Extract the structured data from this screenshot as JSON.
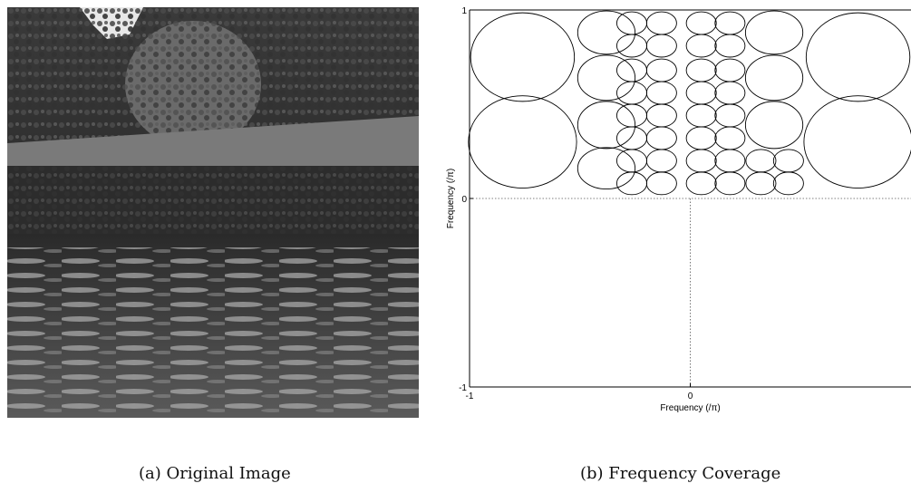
{
  "figure": {
    "captions": {
      "a": "(a) Original Image",
      "b": "(b) Frequency Coverage"
    }
  },
  "chart_data": {
    "type": "scatter",
    "xlabel": "Frequency (/π)",
    "ylabel": "Frequency (/π)",
    "xlim": [
      -1,
      1
    ],
    "ylim": [
      -1,
      1
    ],
    "xticks": [
      "-1",
      "0"
    ],
    "yticks": [
      "-1",
      "0",
      "1"
    ],
    "grid": "dotted zero lines",
    "circles_note_units": "frequency units (/π), center x, center y, radius x, radius y",
    "circles": [
      {
        "cx": -0.76,
        "cy": 0.75,
        "rx": 0.235,
        "ry": 0.235
      },
      {
        "cx": -0.76,
        "cy": 0.3,
        "rx": 0.245,
        "ry": 0.245
      },
      {
        "cx": 0.76,
        "cy": 0.75,
        "rx": 0.235,
        "ry": 0.235
      },
      {
        "cx": 0.76,
        "cy": 0.3,
        "rx": 0.245,
        "ry": 0.245
      },
      {
        "cx": -0.38,
        "cy": 0.88,
        "rx": 0.13,
        "ry": 0.115
      },
      {
        "cx": -0.38,
        "cy": 0.64,
        "rx": 0.13,
        "ry": 0.12
      },
      {
        "cx": -0.38,
        "cy": 0.39,
        "rx": 0.13,
        "ry": 0.125
      },
      {
        "cx": -0.38,
        "cy": 0.16,
        "rx": 0.13,
        "ry": 0.11
      },
      {
        "cx": 0.38,
        "cy": 0.88,
        "rx": 0.13,
        "ry": 0.115
      },
      {
        "cx": 0.38,
        "cy": 0.64,
        "rx": 0.13,
        "ry": 0.12
      },
      {
        "cx": 0.38,
        "cy": 0.39,
        "rx": 0.13,
        "ry": 0.125
      },
      {
        "cx": -0.265,
        "cy": 0.93,
        "rx": 0.068,
        "ry": 0.06
      },
      {
        "cx": -0.265,
        "cy": 0.81,
        "rx": 0.068,
        "ry": 0.06
      },
      {
        "cx": -0.265,
        "cy": 0.68,
        "rx": 0.068,
        "ry": 0.06
      },
      {
        "cx": -0.265,
        "cy": 0.56,
        "rx": 0.068,
        "ry": 0.06
      },
      {
        "cx": -0.265,
        "cy": 0.44,
        "rx": 0.068,
        "ry": 0.06
      },
      {
        "cx": -0.265,
        "cy": 0.32,
        "rx": 0.068,
        "ry": 0.06
      },
      {
        "cx": -0.265,
        "cy": 0.2,
        "rx": 0.068,
        "ry": 0.06
      },
      {
        "cx": -0.265,
        "cy": 0.08,
        "rx": 0.068,
        "ry": 0.06
      },
      {
        "cx": -0.13,
        "cy": 0.93,
        "rx": 0.068,
        "ry": 0.06
      },
      {
        "cx": -0.13,
        "cy": 0.81,
        "rx": 0.068,
        "ry": 0.06
      },
      {
        "cx": -0.13,
        "cy": 0.68,
        "rx": 0.068,
        "ry": 0.06
      },
      {
        "cx": -0.13,
        "cy": 0.56,
        "rx": 0.068,
        "ry": 0.06
      },
      {
        "cx": -0.13,
        "cy": 0.44,
        "rx": 0.068,
        "ry": 0.06
      },
      {
        "cx": -0.13,
        "cy": 0.32,
        "rx": 0.068,
        "ry": 0.06
      },
      {
        "cx": -0.13,
        "cy": 0.2,
        "rx": 0.068,
        "ry": 0.06
      },
      {
        "cx": -0.13,
        "cy": 0.08,
        "rx": 0.068,
        "ry": 0.06
      },
      {
        "cx": 0.05,
        "cy": 0.93,
        "rx": 0.068,
        "ry": 0.06
      },
      {
        "cx": 0.05,
        "cy": 0.81,
        "rx": 0.068,
        "ry": 0.06
      },
      {
        "cx": 0.05,
        "cy": 0.68,
        "rx": 0.068,
        "ry": 0.06
      },
      {
        "cx": 0.05,
        "cy": 0.56,
        "rx": 0.068,
        "ry": 0.06
      },
      {
        "cx": 0.05,
        "cy": 0.44,
        "rx": 0.068,
        "ry": 0.06
      },
      {
        "cx": 0.05,
        "cy": 0.32,
        "rx": 0.068,
        "ry": 0.06
      },
      {
        "cx": 0.05,
        "cy": 0.2,
        "rx": 0.068,
        "ry": 0.06
      },
      {
        "cx": 0.05,
        "cy": 0.08,
        "rx": 0.068,
        "ry": 0.06
      },
      {
        "cx": 0.18,
        "cy": 0.93,
        "rx": 0.068,
        "ry": 0.06
      },
      {
        "cx": 0.18,
        "cy": 0.81,
        "rx": 0.068,
        "ry": 0.06
      },
      {
        "cx": 0.18,
        "cy": 0.68,
        "rx": 0.068,
        "ry": 0.06
      },
      {
        "cx": 0.18,
        "cy": 0.56,
        "rx": 0.068,
        "ry": 0.06
      },
      {
        "cx": 0.18,
        "cy": 0.44,
        "rx": 0.068,
        "ry": 0.06
      },
      {
        "cx": 0.18,
        "cy": 0.32,
        "rx": 0.068,
        "ry": 0.06
      },
      {
        "cx": 0.18,
        "cy": 0.2,
        "rx": 0.068,
        "ry": 0.06
      },
      {
        "cx": 0.18,
        "cy": 0.08,
        "rx": 0.068,
        "ry": 0.06
      },
      {
        "cx": 0.32,
        "cy": 0.2,
        "rx": 0.068,
        "ry": 0.06
      },
      {
        "cx": 0.32,
        "cy": 0.08,
        "rx": 0.068,
        "ry": 0.06
      },
      {
        "cx": 0.445,
        "cy": 0.2,
        "rx": 0.068,
        "ry": 0.06
      },
      {
        "cx": 0.445,
        "cy": 0.08,
        "rx": 0.068,
        "ry": 0.06
      }
    ]
  }
}
